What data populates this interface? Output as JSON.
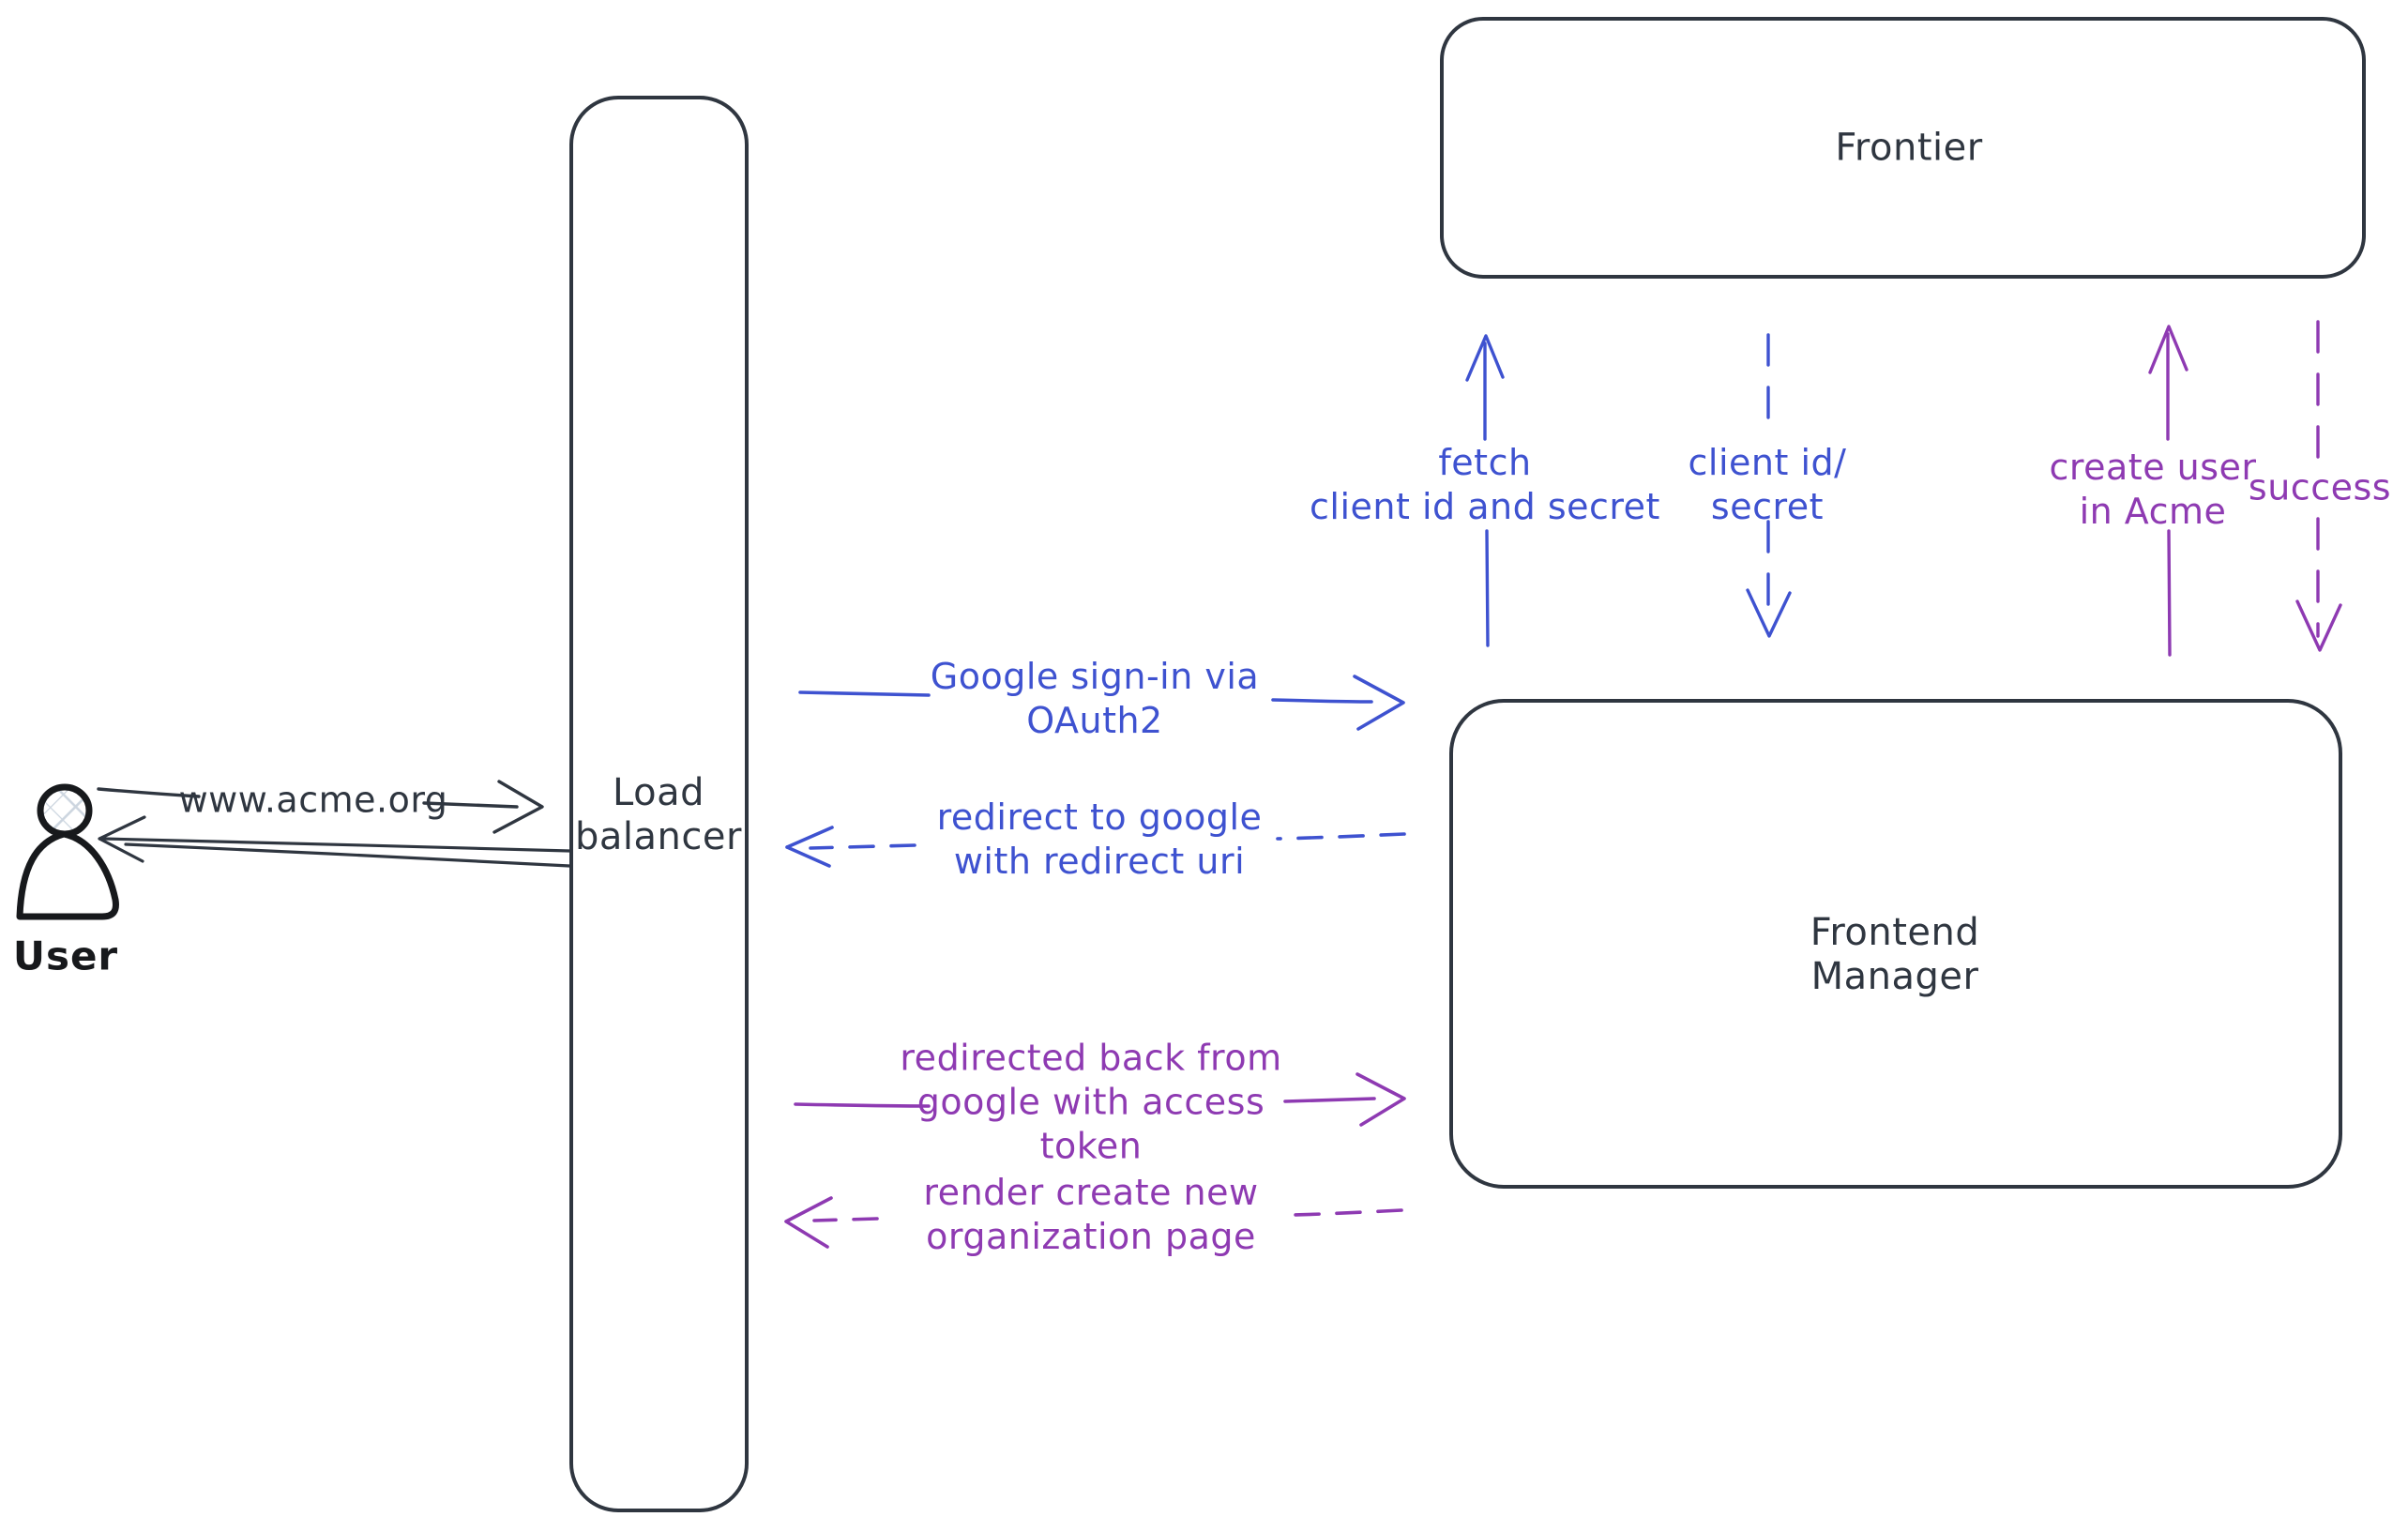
{
  "colors": {
    "background": "#ffffff",
    "ink": "#2f3640",
    "figure_outline": "#17191c",
    "blue": "#3e52d0",
    "purple": "#8e3ab2",
    "hatch": "#ccd5df"
  },
  "nodes": {
    "user": {
      "label": "User",
      "type": "actor"
    },
    "load_balancer": {
      "label": "Load\nbalancer",
      "type": "box"
    },
    "frontier": {
      "label": "Frontier",
      "type": "box"
    },
    "frontend_manager": {
      "label": "Frontend\nManager",
      "type": "box"
    }
  },
  "edges": {
    "www_acme": {
      "label": "www.acme.org",
      "from": "User",
      "to": "Load balancer",
      "style": "solid",
      "color": "ink"
    },
    "user_response": {
      "from": "Load balancer",
      "to": "User",
      "style": "solid",
      "color": "ink"
    },
    "google_signin": {
      "label": "Google sign-in via\nOAuth2",
      "from": "Load balancer",
      "to": "Frontend Manager",
      "style": "solid",
      "color": "blue"
    },
    "redirect_google": {
      "label": "redirect to google\nwith redirect uri",
      "from": "Frontend Manager",
      "to": "Load balancer",
      "style": "dashed",
      "color": "blue"
    },
    "fetch_secret": {
      "label": "fetch\nclient id and secret",
      "from": "Frontend Manager",
      "to": "Frontier",
      "style": "solid",
      "color": "blue"
    },
    "client_id_secret": {
      "label": "client id/\nsecret",
      "from": "Frontier",
      "to": "Frontend Manager",
      "style": "dashed",
      "color": "blue"
    },
    "create_user": {
      "label": "create user\nin Acme",
      "from": "Frontend Manager",
      "to": "Frontier",
      "style": "solid",
      "color": "purple"
    },
    "success": {
      "label": "success",
      "from": "Frontier",
      "to": "Frontend Manager",
      "style": "dashed",
      "color": "purple"
    },
    "redirected_back": {
      "label": "redirected back from\ngoogle with access\ntoken",
      "from": "Load balancer",
      "to": "Frontend Manager",
      "style": "solid",
      "color": "purple"
    },
    "render_org_page": {
      "label": "render create new\norganization page",
      "from": "Frontend Manager",
      "to": "Load balancer",
      "style": "dashed",
      "color": "purple"
    }
  }
}
